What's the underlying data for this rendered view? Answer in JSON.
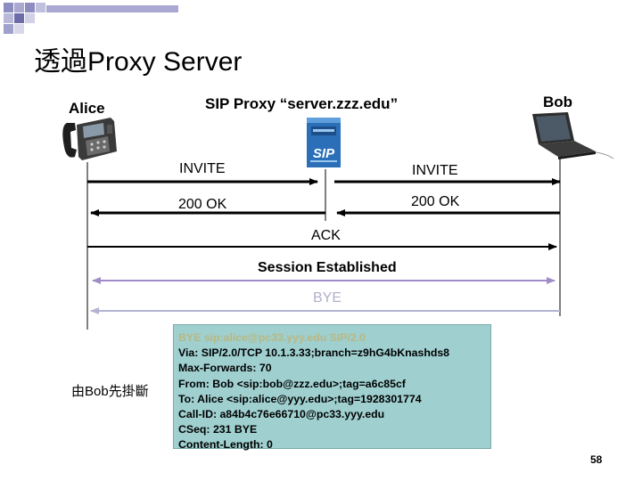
{
  "title": "透過Proxy Server",
  "participants": {
    "alice": "Alice",
    "proxy": "SIP Proxy “server.zzz.edu”",
    "bob": "Bob",
    "proxy_logo": "SIP"
  },
  "messages": {
    "invite_left": "INVITE",
    "invite_right": "INVITE",
    "ok_left": "200 OK",
    "ok_right": "200 OK",
    "ack": "ACK",
    "session": "Session Established",
    "bye": "BYE"
  },
  "bye_message_lines": [
    "BYE sip:alice@pc33.yyy.edu SIP/2.0",
    "Via: SIP/2.0/TCP 10.1.3.33;branch=z9hG4bKnashds8",
    "Max-Forwards: 70",
    "From: Bob <sip:bob@zzz.edu>;tag=a6c85cf",
    "To: Alice <sip:alice@yyy.edu>;tag=1928301774",
    "Call-ID: a84b4c76e66710@pc33.yyy.edu",
    "CSeq: 231 BYE",
    "Content-Length: 0"
  ],
  "side_note": "由Bob先掛斷",
  "page_number": "58",
  "colors": {
    "session_line": "#a08cc8",
    "bye_line": "#b4b4d2",
    "bye_box": "#9fcfcf",
    "deco_squares": "#8c8cc0"
  },
  "icons": [
    "ip-phone-icon",
    "sip-server-icon",
    "laptop-icon"
  ]
}
